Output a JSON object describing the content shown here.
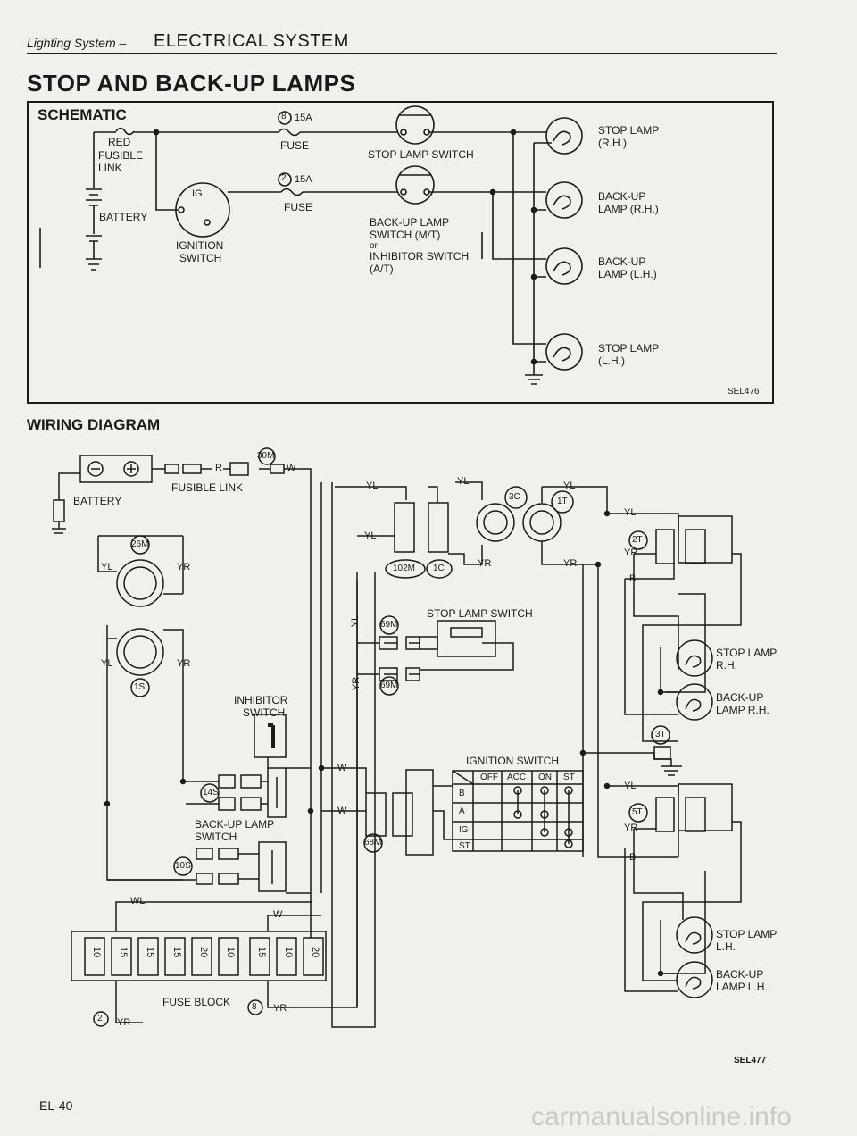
{
  "header": {
    "section": "Lighting System –",
    "chapter": "ELECTRICAL SYSTEM"
  },
  "page_title": "STOP AND BACK-UP LAMPS",
  "schematic": {
    "heading": "SCHEMATIC",
    "fusible_link": "RED",
    "fusible_link_label": "FUSIBLE",
    "fusible_link_label2": "LINK",
    "battery": "BATTERY",
    "fuse8_num": "8",
    "fuse8_rating": "15A",
    "fuse8_label": "FUSE",
    "fuse2_num": "2",
    "fuse2_rating": "15A",
    "fuse2_label": "FUSE",
    "ignition_terminal": "IG",
    "ignition_label": "IGNITION",
    "ignition_label2": "SWITCH",
    "stop_switch": "STOP LAMP SWITCH",
    "backup_switch_1": "BACK-UP LAMP",
    "backup_switch_2": "SWITCH (M/T)",
    "backup_switch_3": "or",
    "backup_switch_4": "INHIBITOR SWITCH",
    "backup_switch_5": "(A/T)",
    "lamps": [
      {
        "l1": "STOP LAMP",
        "l2": "(R.H.)"
      },
      {
        "l1": "BACK-UP",
        "l2": "LAMP (R.H.)"
      },
      {
        "l1": "BACK-UP",
        "l2": "LAMP (L.H.)"
      },
      {
        "l1": "STOP LAMP",
        "l2": "(L.H.)"
      }
    ],
    "ref": "SEL476"
  },
  "wiring": {
    "heading": "WIRING DIAGRAM",
    "c30m": "30M",
    "fusible_link": "FUSIBLE LINK",
    "battery": "BATTERY",
    "c26m": "26M",
    "c1s": "1S",
    "c102m": "102M",
    "c1c": "1C",
    "c3c": "3C",
    "c1t": "1T",
    "c2t": "2T",
    "c69m_a": "69M",
    "c69m_b": "69M",
    "c14s": "14S",
    "c10s": "10S",
    "c68m": "68M",
    "c3t": "3T",
    "c5t": "5T",
    "stop_switch": "STOP LAMP SWITCH",
    "inhibitor_1": "INHIBITOR",
    "inhibitor_2": "SWITCH",
    "backup_1": "BACK-UP LAMP",
    "backup_2": "SWITCH",
    "ign_switch": "IGNITION SWITCH",
    "ign_cols": [
      "OFF",
      "ACC",
      "ON",
      "ST"
    ],
    "ign_rows": [
      "B",
      "A",
      "IG",
      "ST"
    ],
    "fuse_block": "FUSE BLOCK",
    "fuse_values": [
      "10",
      "15",
      "15",
      "15",
      "20",
      "10",
      "15",
      "10",
      "20"
    ],
    "fuse2": "2",
    "fuse8": "8",
    "lamp_stop_rh_1": "STOP LAMP",
    "lamp_stop_rh_2": "R.H.",
    "lamp_bu_rh_1": "BACK-UP",
    "lamp_bu_rh_2": "LAMP R.H.",
    "lamp_stop_lh_1": "STOP LAMP",
    "lamp_stop_lh_2": "L.H.",
    "lamp_bu_lh_1": "BACK-UP",
    "lamp_bu_lh_2": "LAMP L.H.",
    "wires": {
      "yl": "YL",
      "yr": "YR",
      "w": "W",
      "b": "B",
      "r": "R",
      "wl": "WL"
    },
    "ref": "SEL477"
  },
  "page_number": "EL-40",
  "watermark": "carmanualsonline.info"
}
